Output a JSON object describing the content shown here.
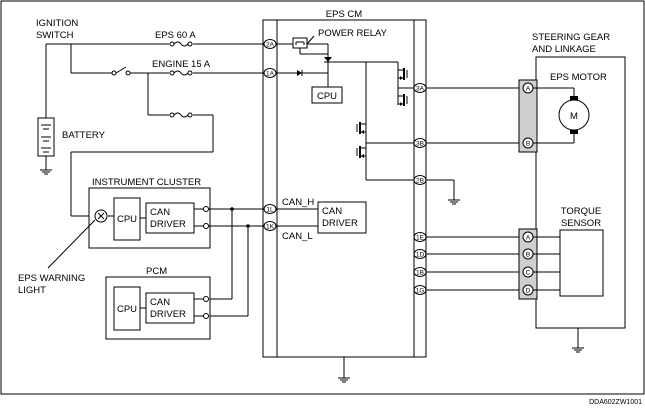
{
  "labels": {
    "ignition_switch": [
      "IGNITION",
      "SWITCH"
    ],
    "battery": "BATTERY",
    "fuse_eps": "EPS 60 A",
    "fuse_engine": "ENGINE 15 A",
    "epscm": "EPS CM",
    "power_relay": "POWER RELAY",
    "cpu": "CPU",
    "can_driver": [
      "CAN",
      "DRIVER"
    ],
    "can_h": "CAN_H",
    "can_l": "CAN_L",
    "instrument_cluster": "INSTRUMENT CLUSTER",
    "pcm": "PCM",
    "eps_warning_light": [
      "EPS WARNING",
      "LIGHT"
    ],
    "steering_gear": [
      "STEERING GEAR",
      "AND LINKAGE"
    ],
    "eps_motor": "EPS MOTOR",
    "motor_symbol": "M",
    "torque_sensor": [
      "TORQUE",
      "SENSOR"
    ],
    "figure_code": "DDA602ZW1001"
  },
  "epscm_pins": {
    "left": [
      "2A",
      "1A",
      "1L",
      "1K"
    ],
    "right": [
      "3A",
      "3B",
      "2B",
      "1E",
      "1D",
      "1B",
      "1G"
    ]
  },
  "motor_pins": [
    "A",
    "B"
  ],
  "sensor_pins": [
    "A",
    "B",
    "C",
    "D"
  ]
}
